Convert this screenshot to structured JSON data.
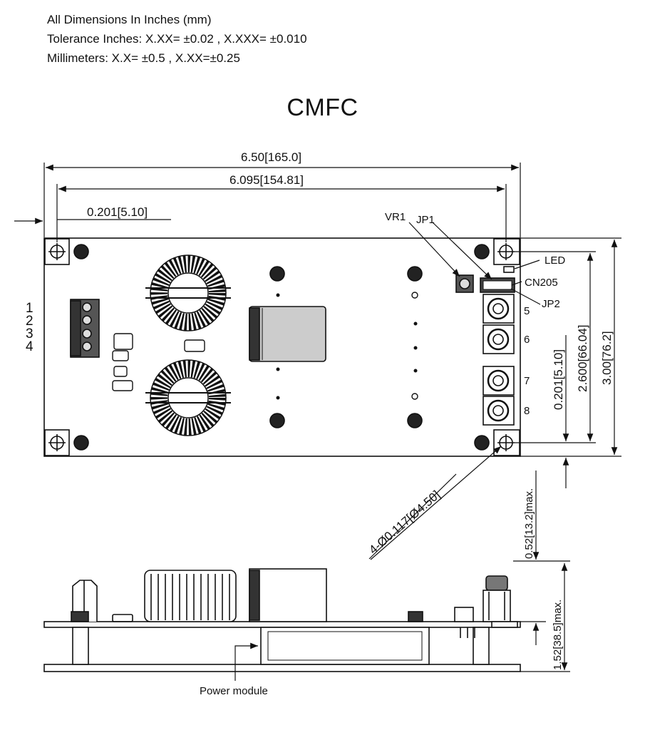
{
  "notes": {
    "line1": "All Dimensions In Inches (mm)",
    "line2": "Tolerance  Inches: X.XX= ±0.02 , X.XXX= ±0.010",
    "line3": "Millimeters: X.X= ±0.5 , X.XX=±0.25"
  },
  "title": "CMFC",
  "top_view": {
    "dim_width_overall": "6.50[165.0]",
    "dim_width_holes": "6.095[154.81]",
    "dim_hole_offset_x": "0.201[5.10]",
    "dim_height_overall": "3.00[76.2]",
    "dim_height_holes": "2.600[66.04]",
    "dim_hole_offset_y": "0.201[5.10]",
    "dim_holes": "4-Ø0.117[Ø4.50]",
    "label_vr1": "VR1",
    "label_jp1": "JP1",
    "label_jp2": "JP2",
    "label_led": "LED",
    "label_cn205": "CN205",
    "pins_left": [
      "1",
      "2",
      "3",
      "4"
    ],
    "pins_right": [
      "5",
      "6",
      "7",
      "8"
    ]
  },
  "side_view": {
    "dim_component_height": "0.52[13.2]max.",
    "dim_total_height": "1.52[38.5]max.",
    "label_power_module": "Power module"
  }
}
